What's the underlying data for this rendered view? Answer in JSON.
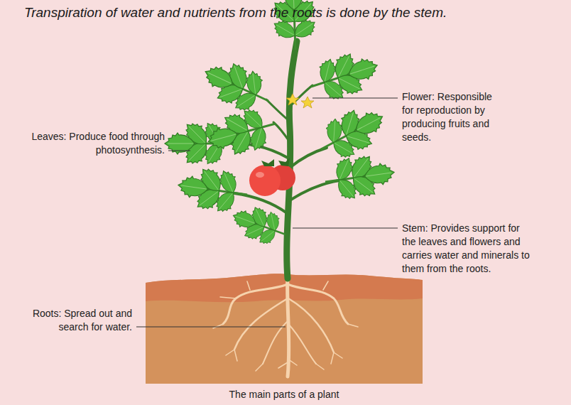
{
  "diagram": {
    "title": "Transpiration of water and nutrients from the roots is done by the stem.",
    "caption": "The main parts of a plant",
    "labels": [
      "Flower: Responsible for reproduction by producing fruits and seeds.",
      "Leaves: Produce food through photosynthesis.",
      "Stem: Provides support for the leaves and flowers and carries water and minerals to them from the roots.",
      "Roots: Spread out and search for water."
    ]
  }
}
